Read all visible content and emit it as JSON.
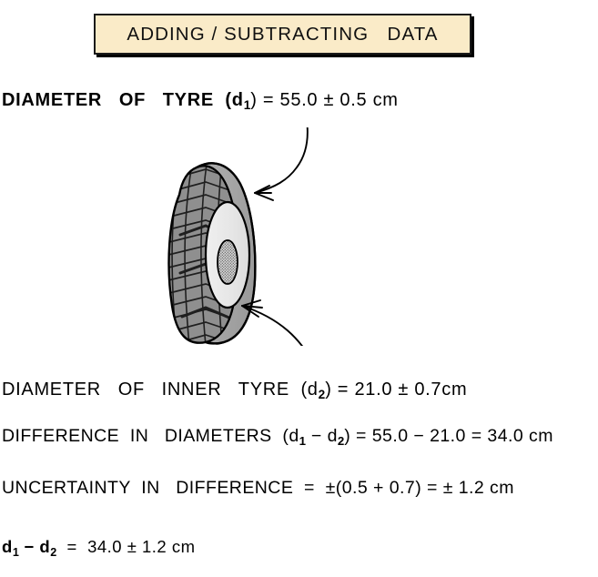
{
  "title": {
    "text": "ADDING / SUBTRACTING   DATA",
    "background_color": "#faebc8",
    "border_color": "#1a1a1a"
  },
  "lines": {
    "diameter_tyre": {
      "prefix": "DIAMETER   OF   TYRE  (d",
      "sub": "1",
      "suffix": ") = 55.0 ± 0.5 cm"
    },
    "diameter_inner_tyre": {
      "prefix": "DIAMETER   OF   INNER   TYRE  (d",
      "sub": "2",
      "suffix": ") = 21.0 ± 0.7cm"
    },
    "difference_in_diameters": {
      "prefix": "DIFFERENCE  IN   DIAMETERS  (d",
      "sub1": "1",
      "mid": " − d",
      "sub2": "2",
      "suffix": ") = 55.0 − 21.0 = 34.0 cm"
    },
    "uncertainty_in_difference": {
      "text": "UNCERTAINTY  IN   DIFFERENCE  =  ±(0.5 + 0.7) = ± 1.2 cm"
    },
    "result": {
      "prefix": "d",
      "sub1": "1",
      "mid": " − d",
      "sub2": "2",
      "suffix": "  =  34.0 ± 1.2 cm"
    }
  },
  "figure": {
    "label": "tyre-diagram",
    "description": "Perspective drawing of a tyre showing outer tread, grey sidewall ring, light inner rim face and stippled hub, with two curved arrows pointing to the outer tyre edge and the inner tyre opening.",
    "colors": {
      "tread": "#8c8c8c",
      "tread_groove": "#1a1a1a",
      "sidewall": "#a8a8a8",
      "rim_face": "#e8e8e8",
      "hub": "#b4b4b4",
      "outline": "#000000"
    },
    "arrows": [
      {
        "name": "arrow-to-outer-tyre",
        "points_to": "outer tyre edge (d1)"
      },
      {
        "name": "arrow-to-inner-tyre",
        "points_to": "inner tyre opening (d2)"
      }
    ]
  }
}
